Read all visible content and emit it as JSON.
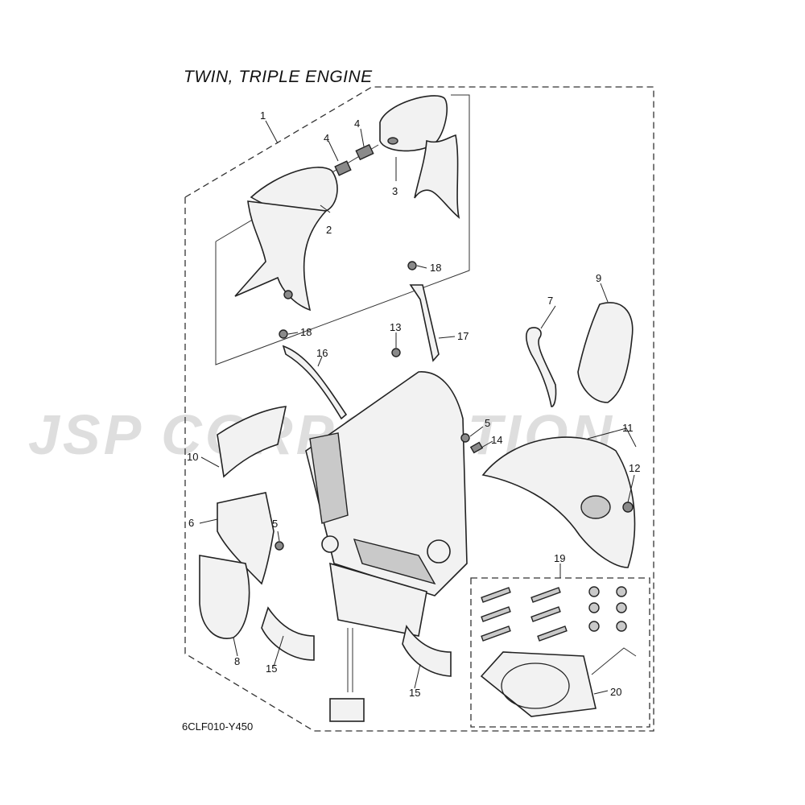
{
  "title": "TWIN, TRIPLE ENGINE",
  "diagram_code": "6CLF010-Y450",
  "watermark_text": "JSP CORPORATION",
  "callouts": [
    {
      "id": "c1",
      "label": "1"
    },
    {
      "id": "c2",
      "label": "2"
    },
    {
      "id": "c3",
      "label": "3"
    },
    {
      "id": "c4a",
      "label": "4"
    },
    {
      "id": "c4b",
      "label": "4"
    },
    {
      "id": "c5a",
      "label": "5"
    },
    {
      "id": "c5b",
      "label": "5"
    },
    {
      "id": "c6",
      "label": "6"
    },
    {
      "id": "c7",
      "label": "7"
    },
    {
      "id": "c8",
      "label": "8"
    },
    {
      "id": "c9",
      "label": "9"
    },
    {
      "id": "c10",
      "label": "10"
    },
    {
      "id": "c11",
      "label": "11"
    },
    {
      "id": "c12",
      "label": "12"
    },
    {
      "id": "c13",
      "label": "13"
    },
    {
      "id": "c14",
      "label": "14"
    },
    {
      "id": "c15a",
      "label": "15"
    },
    {
      "id": "c15b",
      "label": "15"
    },
    {
      "id": "c16",
      "label": "16"
    },
    {
      "id": "c17",
      "label": "17"
    },
    {
      "id": "c18a",
      "label": "18"
    },
    {
      "id": "c18b",
      "label": "18"
    },
    {
      "id": "c19",
      "label": "19"
    },
    {
      "id": "c20",
      "label": "20"
    }
  ]
}
